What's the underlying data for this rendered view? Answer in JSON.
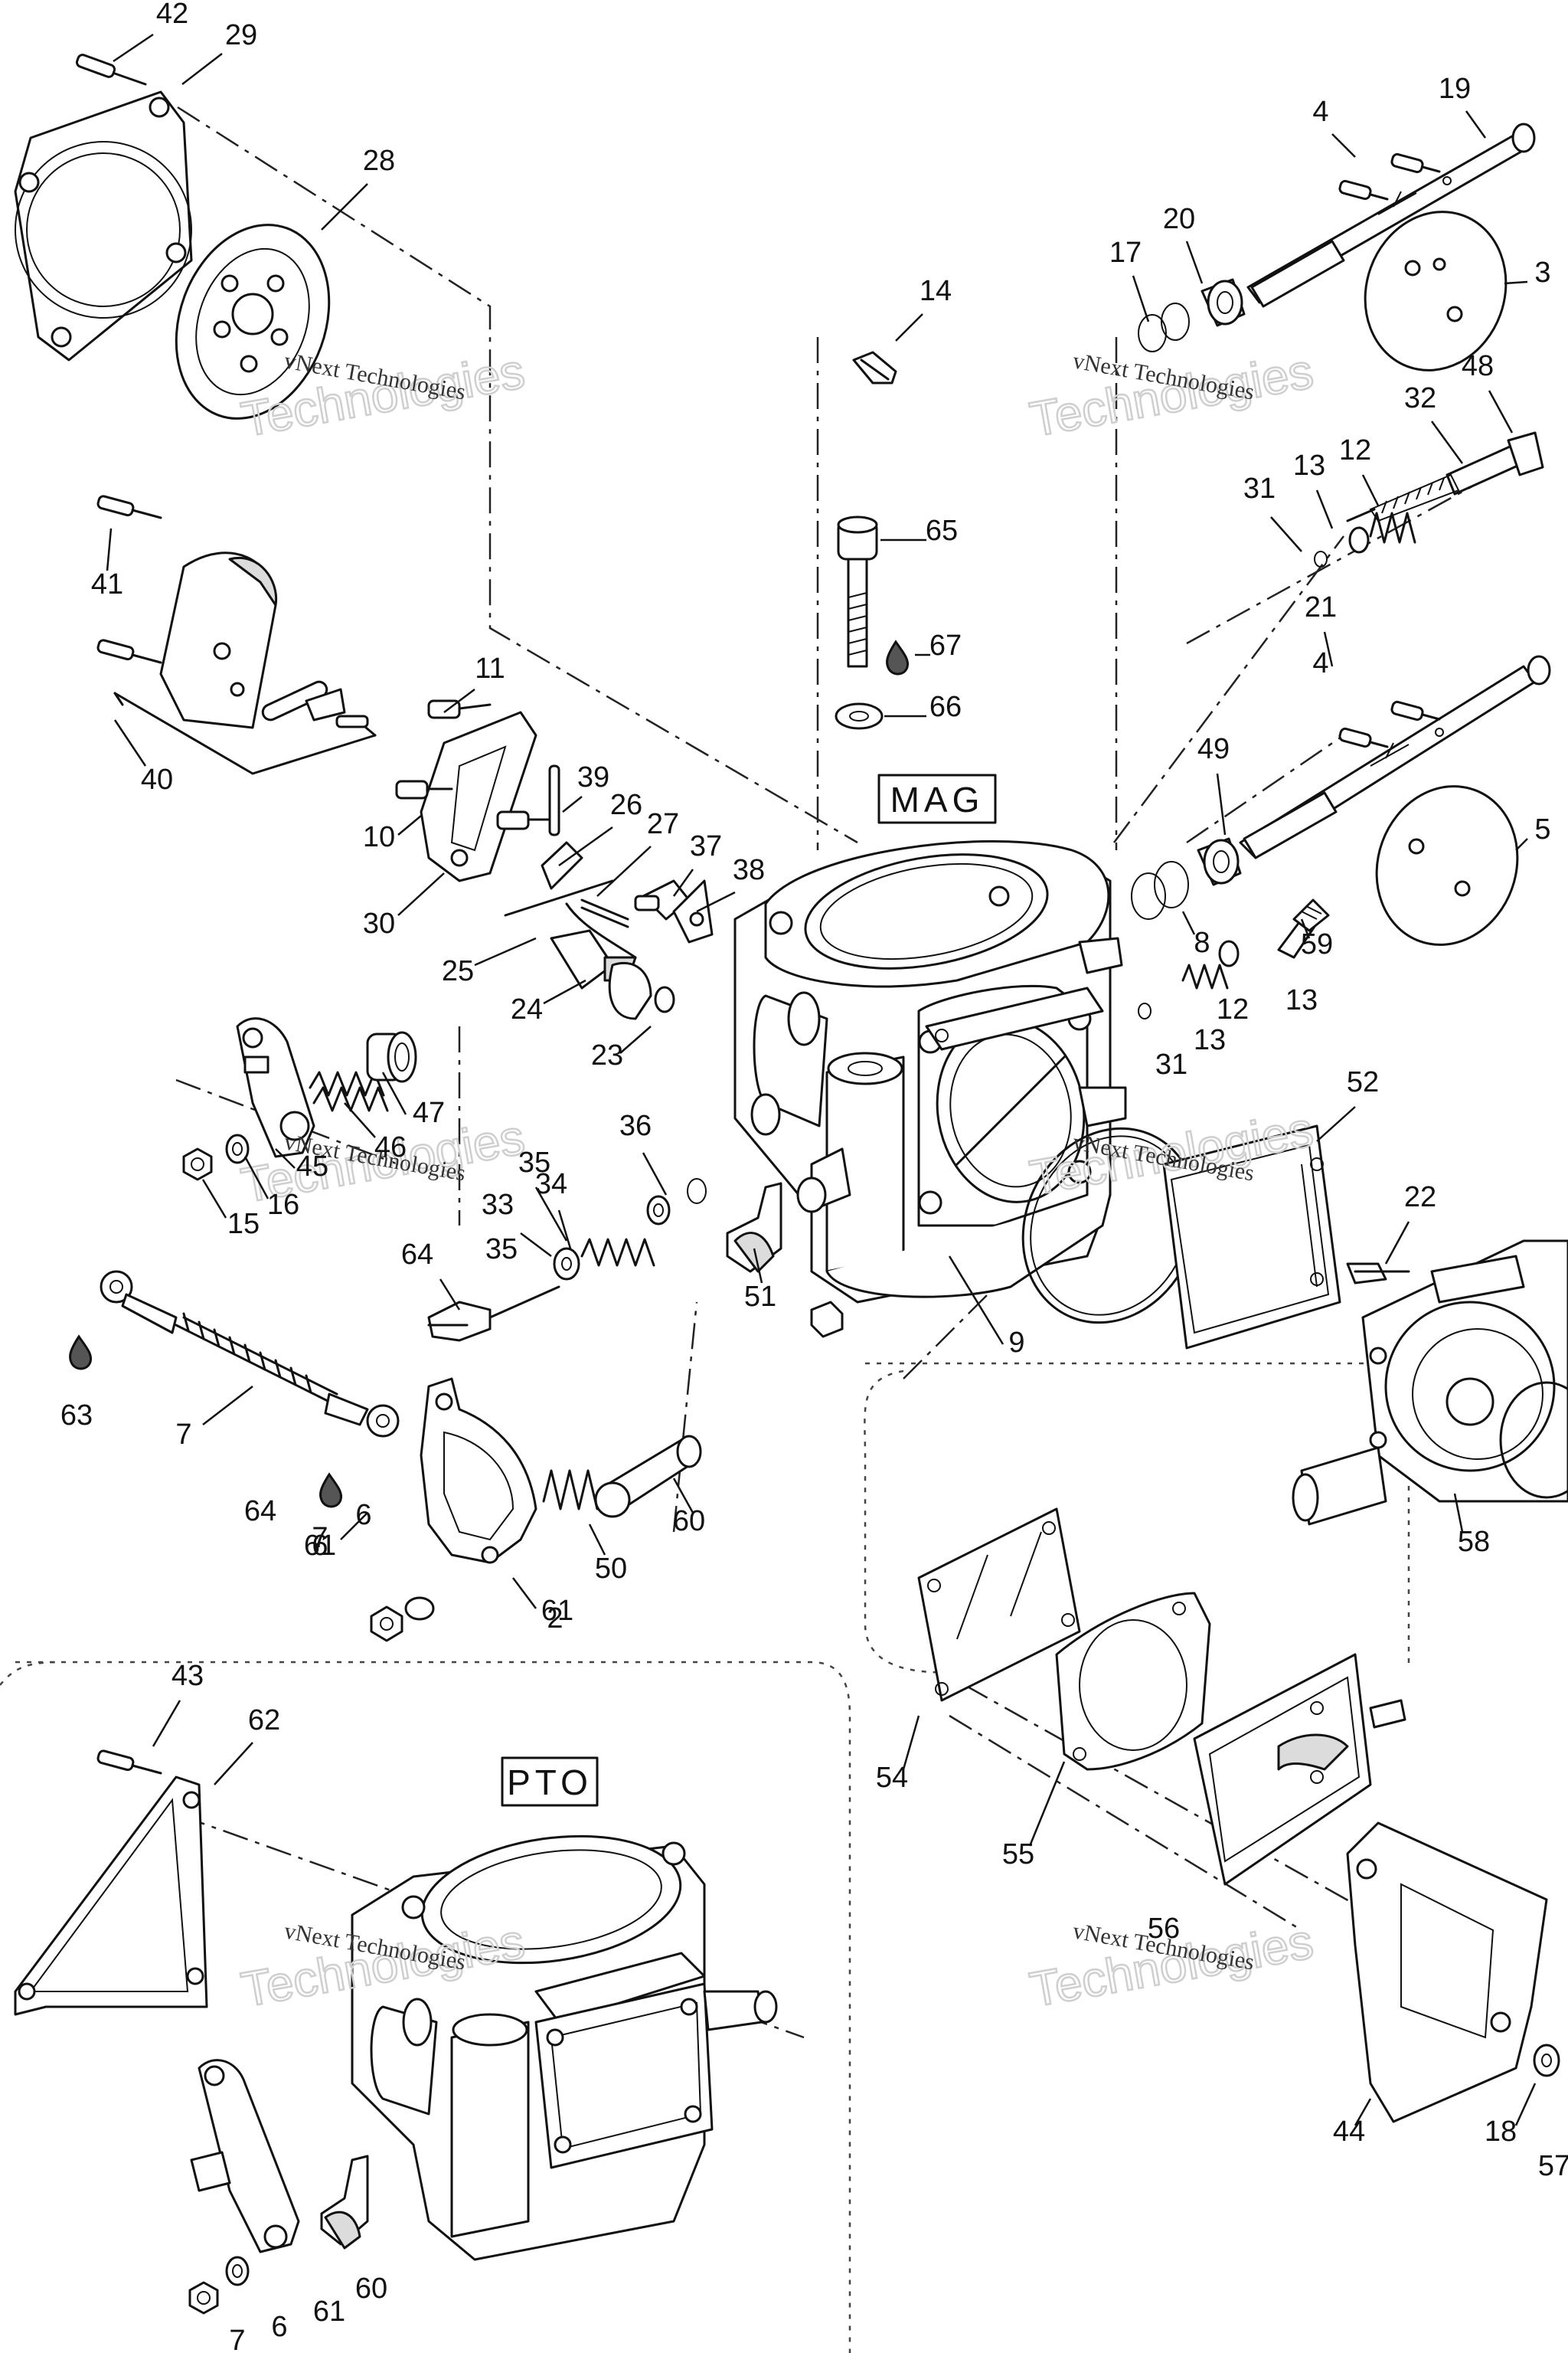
{
  "diagram": {
    "labels": [
      "42",
      "29",
      "28",
      "41",
      "40",
      "11",
      "10",
      "30",
      "39",
      "26",
      "27",
      "37",
      "38",
      "25",
      "24",
      "23",
      "47",
      "46",
      "45",
      "16",
      "15",
      "36",
      "35",
      "34",
      "33",
      "64",
      "63",
      "7",
      "6",
      "61",
      "2",
      "50",
      "60",
      "51",
      "9",
      "14",
      "65",
      "67",
      "66",
      "19",
      "4",
      "20",
      "17",
      "3",
      "48",
      "32",
      "12",
      "13",
      "31",
      "21",
      "49",
      "8",
      "59",
      "5",
      "52",
      "22",
      "58",
      "54",
      "55",
      "56",
      "44",
      "18",
      "57",
      "43",
      "62"
    ],
    "section_tags": [
      "MAG",
      "PTO"
    ],
    "watermark_line1": "vNext Technologies",
    "watermark_line2": "Technologies",
    "colors": {
      "ink": "#111111",
      "paper": "#ffffff",
      "watermark": "#cfcfcf"
    }
  }
}
